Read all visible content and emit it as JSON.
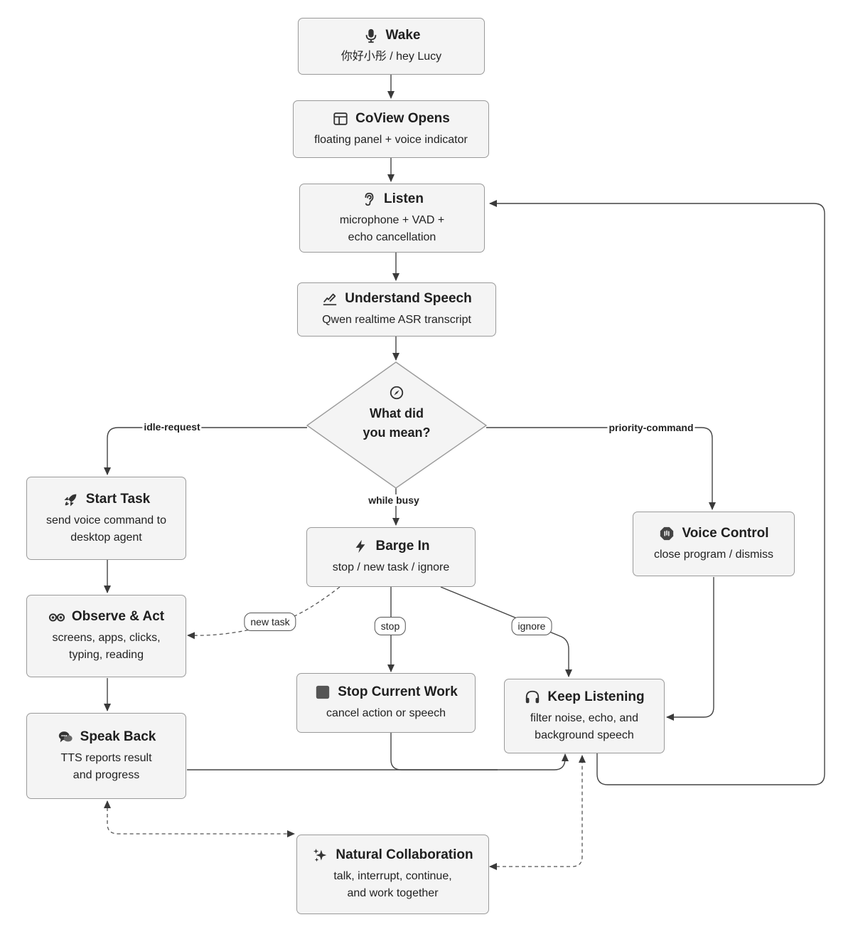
{
  "nodes": {
    "wake": {
      "title": "Wake",
      "desc": "你好小彤 / hey Lucy",
      "icon": "microphone-icon"
    },
    "coview": {
      "title": "CoView Opens",
      "desc": "floating panel + voice indicator",
      "icon": "window-panel-icon"
    },
    "listen": {
      "title": "Listen",
      "desc1": "microphone + VAD +",
      "desc2": "echo cancellation",
      "icon": "ear-icon"
    },
    "understand": {
      "title": "Understand Speech",
      "desc": "Qwen realtime ASR transcript",
      "icon": "signature-icon"
    },
    "decision": {
      "line1": "What did",
      "line2": "you mean?",
      "icon": "compass-icon"
    },
    "start_task": {
      "title": "Start Task",
      "desc1": "send voice command to",
      "desc2": "desktop agent",
      "icon": "rocket-icon"
    },
    "barge_in": {
      "title": "Barge In",
      "desc": "stop / new task / ignore",
      "icon": "lightning-icon"
    },
    "voice_control": {
      "title": "Voice Control",
      "desc": "close program / dismiss",
      "icon": "hand-stop-icon"
    },
    "observe": {
      "title": "Observe & Act",
      "desc1": "screens, apps, clicks,",
      "desc2": "typing, reading",
      "icon": "binoculars-icon"
    },
    "stop_work": {
      "title": "Stop Current Work",
      "desc": "cancel action or speech",
      "icon": "stop-square-icon"
    },
    "keep_listening": {
      "title": "Keep Listening",
      "desc1": "filter noise, echo, and",
      "desc2": "background speech",
      "icon": "headphones-icon"
    },
    "speak_back": {
      "title": "Speak Back",
      "desc1": "TTS reports result",
      "desc2": "and progress",
      "icon": "chat-bubbles-icon"
    },
    "collab": {
      "title": "Natural Collaboration",
      "desc1": "talk, interrupt, continue,",
      "desc2": "and work together",
      "icon": "sparkles-icon"
    }
  },
  "edge_labels": {
    "idle_request": "idle-request",
    "priority_command": "priority-command",
    "while_busy": "while busy",
    "new_task": "new task",
    "stop": "stop",
    "ignore": "ignore"
  },
  "colors": {
    "node_fill": "#f4f4f4",
    "node_border": "#9a9a9a",
    "edge": "#444444",
    "text": "#1f1f1f"
  }
}
